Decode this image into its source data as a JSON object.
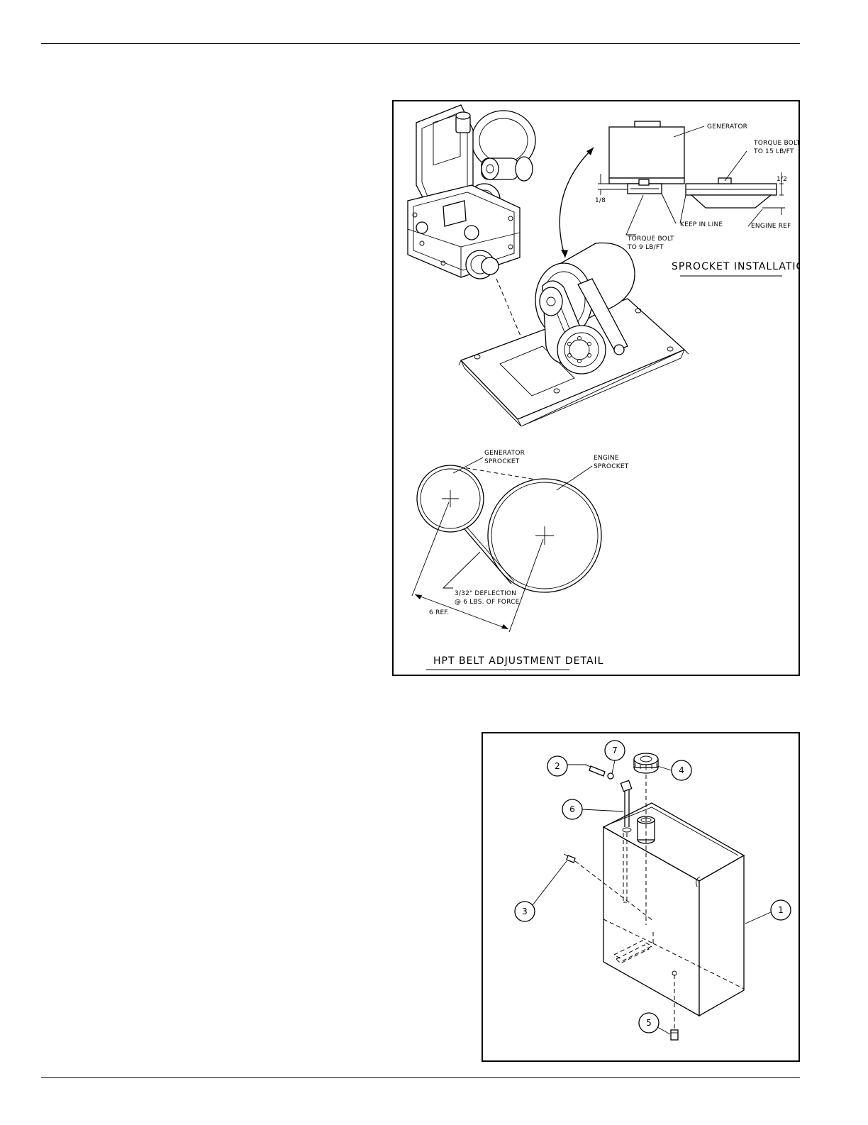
{
  "figure_top": {
    "sprocket_installation": {
      "title": "SPROCKET INSTALLATION",
      "labels": {
        "generator": "GENERATOR",
        "torque_bolt_15_line1": "TORQUE BOLT",
        "torque_bolt_15_line2": "TO 15 LB/FT",
        "dim_half": "1/2",
        "dim_eighth": "1/8",
        "keep_in_line": "KEEP IN LINE",
        "engine_ref": "ENGINE REF",
        "torque_bolt_9_line1": "TORQUE BOLT",
        "torque_bolt_9_line2": "TO 9 LB/FT"
      }
    },
    "belt_detail": {
      "title": "HPT BELT ADJUSTMENT DETAIL",
      "labels": {
        "generator_sprocket_line1": "GENERATOR",
        "generator_sprocket_line2": "SPROCKET",
        "engine_sprocket_line1": "ENGINE",
        "engine_sprocket_line2": "SPROCKET",
        "deflection_line1": "3/32\" DEFLECTION",
        "deflection_line2": "@ 6 LBS. OF FORCE",
        "six_ref": "6 REF."
      }
    }
  },
  "figure_bottom": {
    "callouts": [
      "1",
      "2",
      "3",
      "4",
      "5",
      "6",
      "7"
    ]
  },
  "icons": {
    "engine": "engine-assembly-icon",
    "generator": "generator-assembly-icon",
    "tank": "fuel-tank-icon"
  }
}
